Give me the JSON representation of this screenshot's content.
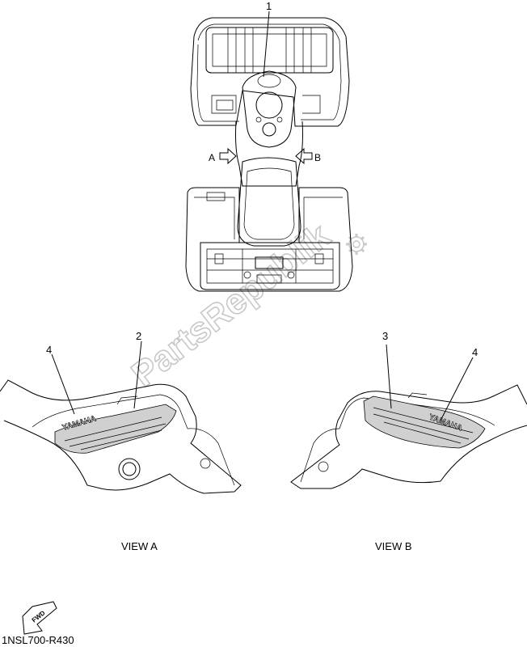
{
  "callouts": {
    "c1": "1",
    "c2": "2",
    "c3": "3",
    "c4_left": "4",
    "c4_right": "4"
  },
  "view_arrows": {
    "a": "A",
    "b": "B"
  },
  "views": {
    "view_a": "VIEW A",
    "view_b": "VIEW B"
  },
  "decal_brand": {
    "left": "YAMAHA",
    "right": "YAMAHA"
  },
  "fwd_label": "FWD",
  "diagram_code": "1NSL700-R430",
  "watermark": "PartsRepublik",
  "colors": {
    "line": "#000000",
    "decal_fill": "#d0d0d0",
    "watermark": "#c8c8c8"
  }
}
